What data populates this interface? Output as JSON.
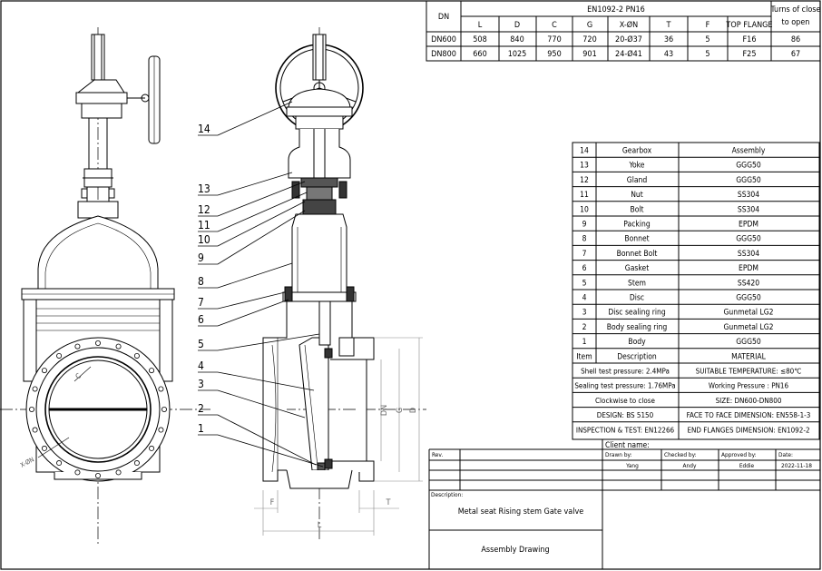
{
  "dims_table": {
    "header_dn": "DN",
    "header_standard": "EN1092-2  PN16",
    "header_turns": [
      "Turns of close",
      "to open"
    ],
    "columns": [
      "L",
      "D",
      "C",
      "G",
      "X-ØN",
      "T",
      "F",
      "TOP FLANGE"
    ],
    "rows": [
      {
        "dn": "DN600",
        "values": [
          "508",
          "840",
          "770",
          "720",
          "20-Ø37",
          "36",
          "5",
          "F16"
        ],
        "turns": "86"
      },
      {
        "dn": "DN800",
        "values": [
          "660",
          "1025",
          "950",
          "901",
          "24-Ø41",
          "43",
          "5",
          "F25"
        ],
        "turns": "67"
      }
    ]
  },
  "parts_table": {
    "rows": [
      {
        "item": "14",
        "desc": "Gearbox",
        "material": "Assembly"
      },
      {
        "item": "13",
        "desc": "Yoke",
        "material": "GGG50"
      },
      {
        "item": "12",
        "desc": "Gland",
        "material": "GGG50"
      },
      {
        "item": "11",
        "desc": "Nut",
        "material": "SS304"
      },
      {
        "item": "10",
        "desc": "Bolt",
        "material": "SS304"
      },
      {
        "item": "9",
        "desc": "Packing",
        "material": "EPDM"
      },
      {
        "item": "8",
        "desc": "Bonnet",
        "material": "GGG50"
      },
      {
        "item": "7",
        "desc": "Bonnet Bolt",
        "material": "SS304"
      },
      {
        "item": "6",
        "desc": "Gasket",
        "material": "EPDM"
      },
      {
        "item": "5",
        "desc": "Stem",
        "material": "SS420"
      },
      {
        "item": "4",
        "desc": "Disc",
        "material": "GGG50"
      },
      {
        "item": "3",
        "desc": "Disc sealing ring",
        "material": "Gunmetal LG2"
      },
      {
        "item": "2",
        "desc": "Body sealing ring",
        "material": "Gunmetal LG2"
      },
      {
        "item": "1",
        "desc": "Body",
        "material": "GGG50"
      }
    ],
    "header_item": "Item",
    "header_desc": "Description",
    "header_material": "MATERIAL",
    "specs": [
      [
        "Shell test pressure: 2.4MPa",
        "SUITABLE TEMPERATURE: ≤80℃"
      ],
      [
        "Sealing test pressure: 1.76MPa",
        "Working Pressure : PN16"
      ],
      [
        "Clockwise to close",
        "SIZE:  DN600-DN800"
      ],
      [
        "DESIGN: BS 5150",
        "FACE TO FACE DIMENSION: EN558-1-3"
      ],
      [
        "INSPECTION & TEST: EN12266",
        "END FLANGES DIMENSION: EN1092-2"
      ]
    ]
  },
  "title_block": {
    "client_label": "Client name:",
    "rev_label": "Rev.",
    "drawn_label": "Drawn by:",
    "checked_label": "Checked by:",
    "approved_label": "Approved by:",
    "date_label": "Date:",
    "drawn_value": "Yang",
    "checked_value": "Andy",
    "approved_value": "Eddie",
    "date_value": "2022-11-18",
    "description_label": "Description:",
    "description_value": "Metal seat Rising stem Gate valve",
    "drawing_type": "Assembly Drawing"
  },
  "callouts": [
    "14",
    "13",
    "12",
    "11",
    "10",
    "9",
    "8",
    "7",
    "6",
    "5",
    "4",
    "3",
    "2",
    "1"
  ],
  "dimension_labels": {
    "xon": "X-ØN",
    "c": "C",
    "dn": "DN",
    "g": "G",
    "d": "D",
    "f": "F",
    "l": "L",
    "t": "T"
  }
}
